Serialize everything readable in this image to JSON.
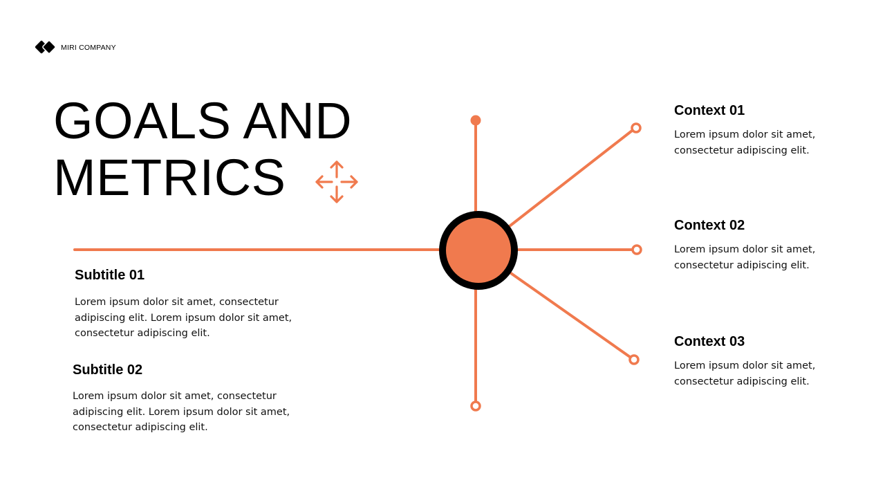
{
  "brand": {
    "name": "MIRI COMPANY",
    "logo_icon": "diamond-logo-icon"
  },
  "title": {
    "line1": "GOALS AND",
    "line2": "METRICS",
    "icon": "move-arrows-icon"
  },
  "subtitles": [
    {
      "heading": "Subtitle 01",
      "text": "Lorem ipsum dolor sit amet, consectetur adipiscing elit. Lorem ipsum dolor sit amet, consectetur adipiscing elit."
    },
    {
      "heading": "Subtitle 02",
      "text": "Lorem ipsum dolor sit amet, consectetur adipiscing elit. Lorem ipsum dolor sit amet, consectetur adipiscing elit."
    }
  ],
  "contexts": [
    {
      "heading": "Context 01",
      "text": "Lorem ipsum dolor sit amet, consectetur adipiscing elit."
    },
    {
      "heading": "Context 02",
      "text": "Lorem ipsum dolor sit amet, consectetur adipiscing elit."
    },
    {
      "heading": "Context 03",
      "text": "Lorem ipsum dolor sit amet, consectetur adipiscing elit."
    }
  ],
  "colors": {
    "accent": "#f07a4e",
    "hub_ring": "#000000",
    "text": "#000000",
    "background": "#ffffff"
  }
}
